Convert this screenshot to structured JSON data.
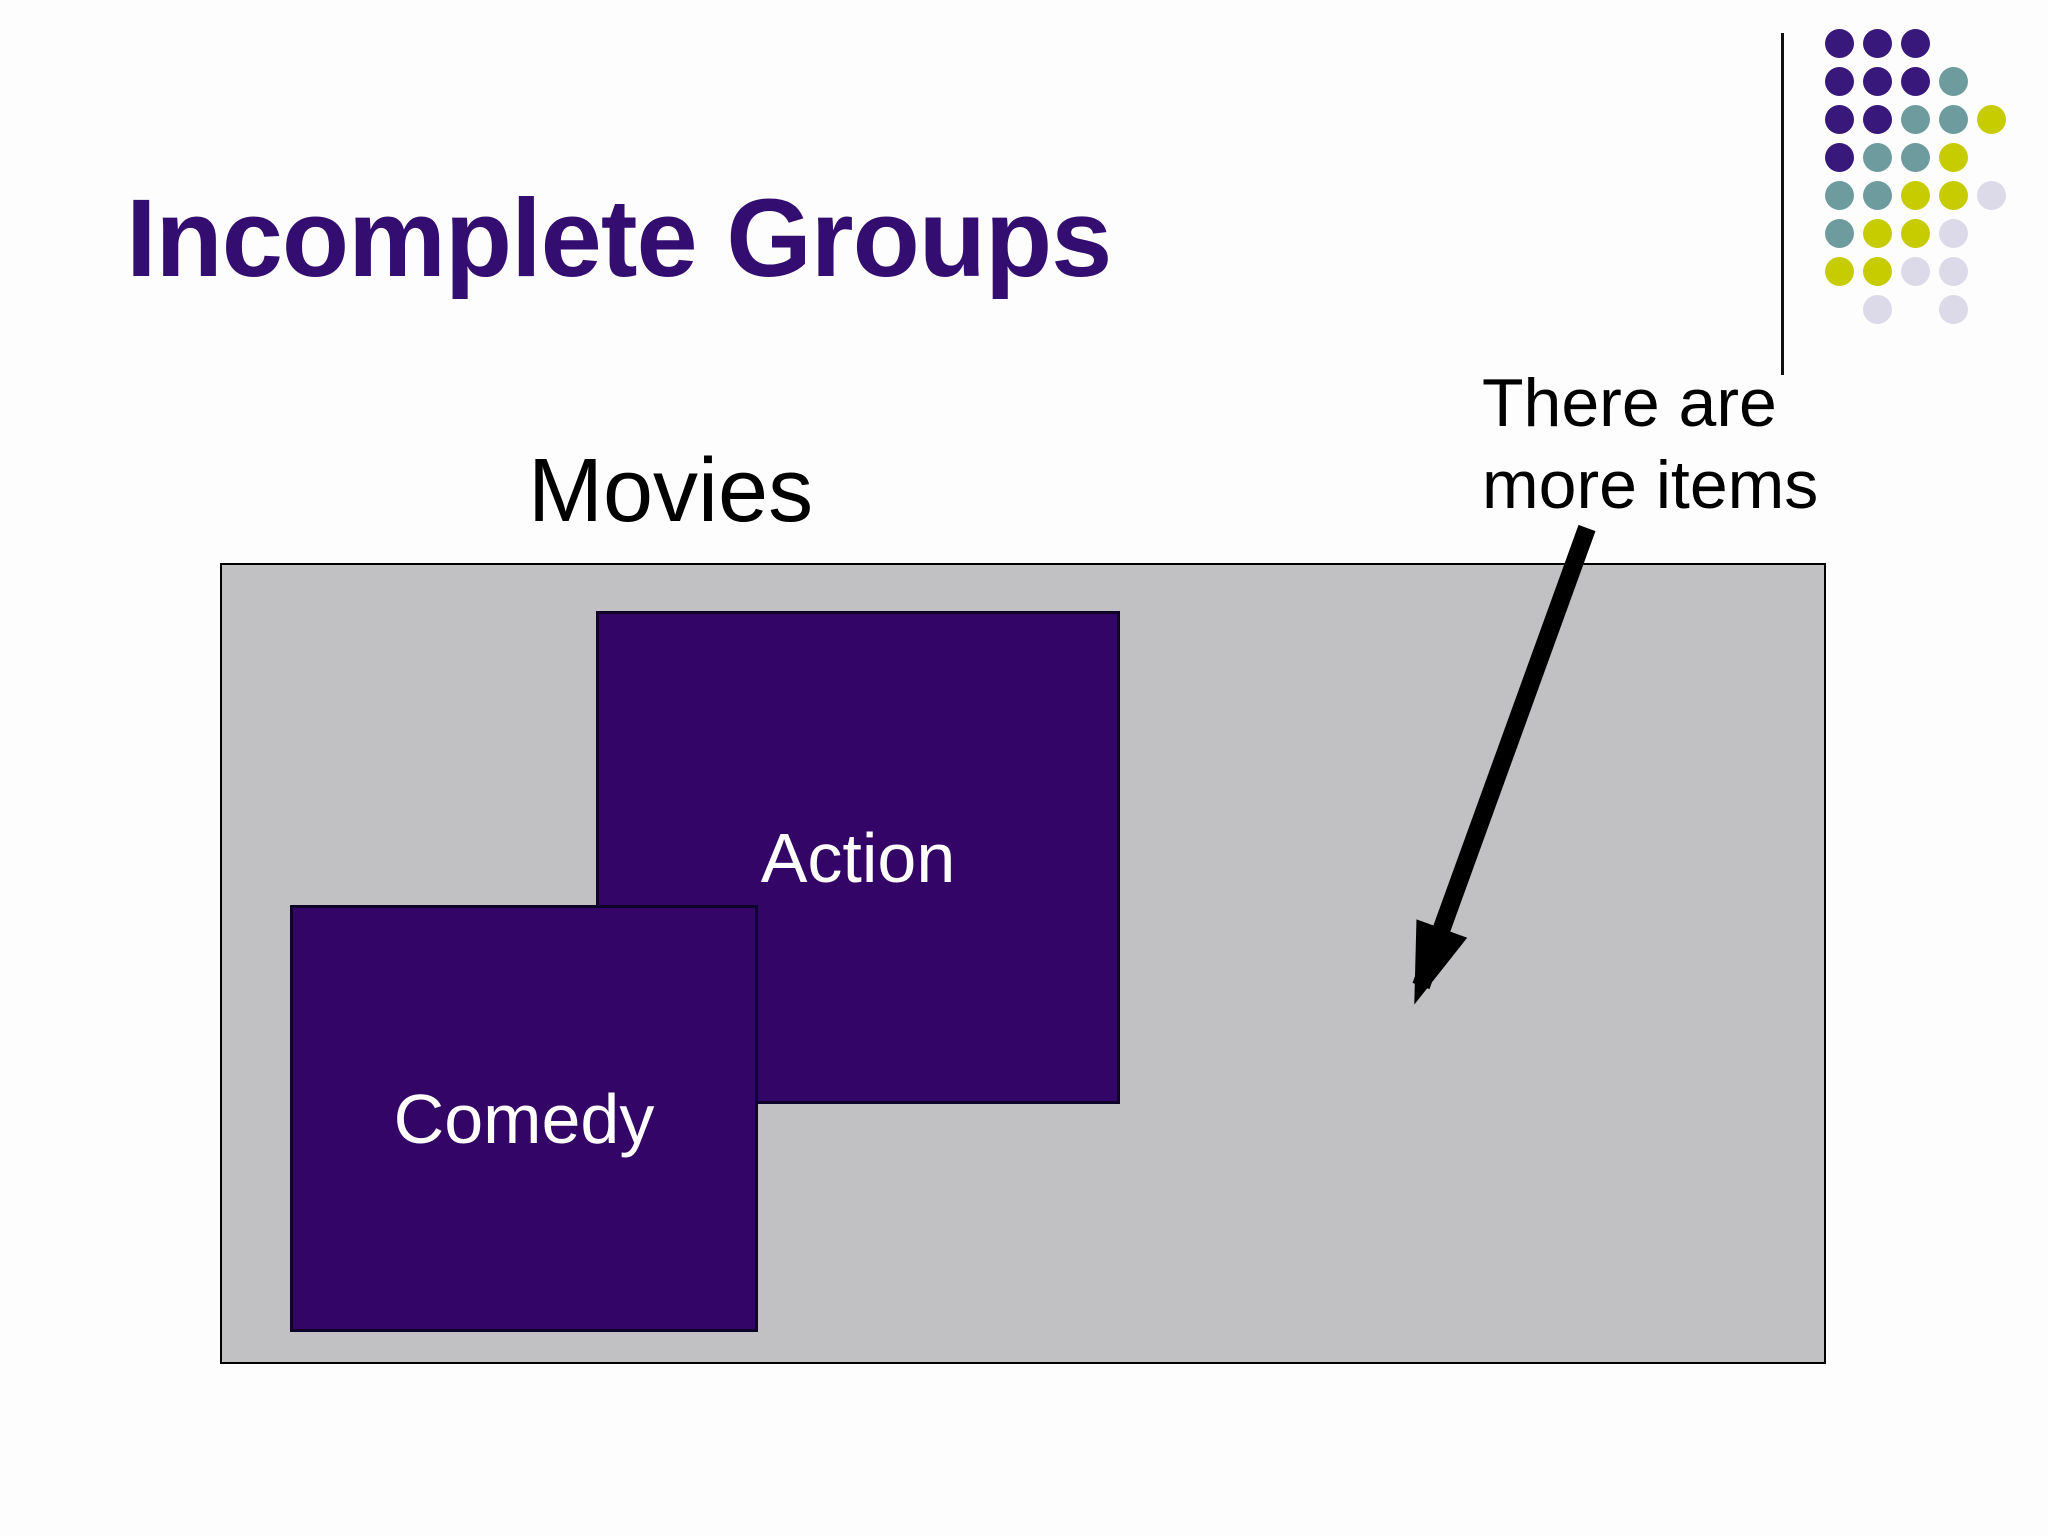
{
  "slide": {
    "title": "Incomplete Groups"
  },
  "diagram": {
    "group_label": "Movies",
    "subgroups": [
      {
        "label": "Action"
      },
      {
        "label": "Comedy"
      }
    ],
    "annotation": "There are\nmore items"
  },
  "colors": {
    "title_text": "#330E70",
    "body_text": "#000000",
    "group_fill": "#C1C0C2",
    "group_border": "#000000",
    "square_fill": "#330567",
    "square_border": "#10032A",
    "square_text": "#FFFFFF",
    "arrow": "#000000",
    "dot_purple": "#38187A",
    "dot_teal": "#6E9C9E",
    "dot_yellow": "#C6CC00",
    "dot_lavender": "#DCDAE9"
  },
  "decoration": {
    "dot_grid": [
      "PPP..",
      "PPPT.",
      "PPTTY",
      "PTTY.",
      "TTYYL",
      "TYYL.",
      "YYLL.",
      ".L.L."
    ],
    "dot_color_keys": {
      "P": "dot_purple",
      "T": "dot_teal",
      "Y": "dot_yellow",
      "L": "dot_lavender"
    }
  }
}
